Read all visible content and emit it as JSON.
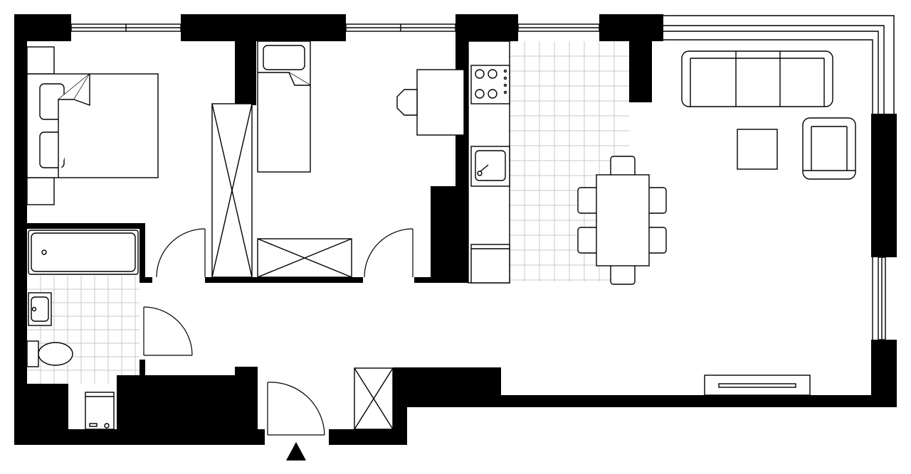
{
  "plan": {
    "wall_color": "#000000",
    "line_color": "#000000",
    "tile_grid_color": "#c8c8c8",
    "background_color": "#ffffff",
    "entrance_marker": "triangle-up",
    "rooms": [
      "bedroom-master",
      "bedroom-second",
      "bathroom",
      "kitchen",
      "living-dining",
      "hallway"
    ]
  }
}
